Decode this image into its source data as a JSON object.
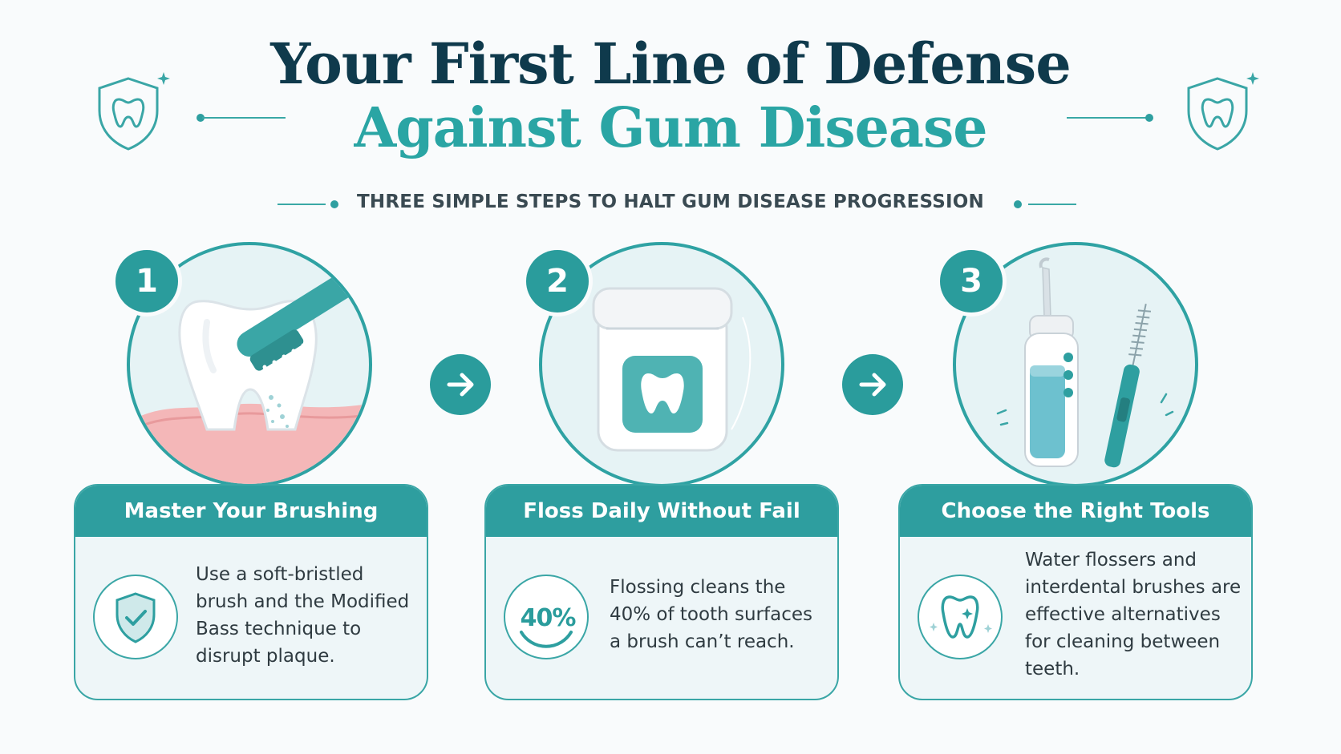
{
  "header": {
    "title_line1": "Your First Line of Defense",
    "title_line2": "Against Gum Disease",
    "subtitle": "THREE SIMPLE STEPS TO HALT GUM DISEASE PROGRESSION"
  },
  "colors": {
    "navy": "#0f3a4c",
    "teal": "#2aa5a4",
    "teal_dark": "#2a9c9c",
    "card_bg": "#eef6f8"
  },
  "steps": [
    {
      "number": "1",
      "illustration": "tooth-brushing-illustration",
      "title": "Master Your Brushing",
      "icon": "shield-check-icon",
      "text": [
        "Use a soft-bristled",
        "brush and the Modified",
        "Bass technique to",
        "disrupt plaque."
      ]
    },
    {
      "number": "2",
      "illustration": "floss-container-illustration",
      "title": "Floss Daily Without Fail",
      "icon": "percent-gauge-icon",
      "icon_label": "40%",
      "text": [
        "Flossing cleans the",
        "40% of tooth surfaces",
        "a brush can’t reach."
      ]
    },
    {
      "number": "3",
      "illustration": "water-flosser-illustration",
      "title": "Choose the Right Tools",
      "icon": "sparkle-tooth-icon",
      "text": [
        "Water flossers and",
        "interdental brushes are",
        "effective alternatives",
        "for cleaning between",
        "teeth."
      ]
    }
  ]
}
